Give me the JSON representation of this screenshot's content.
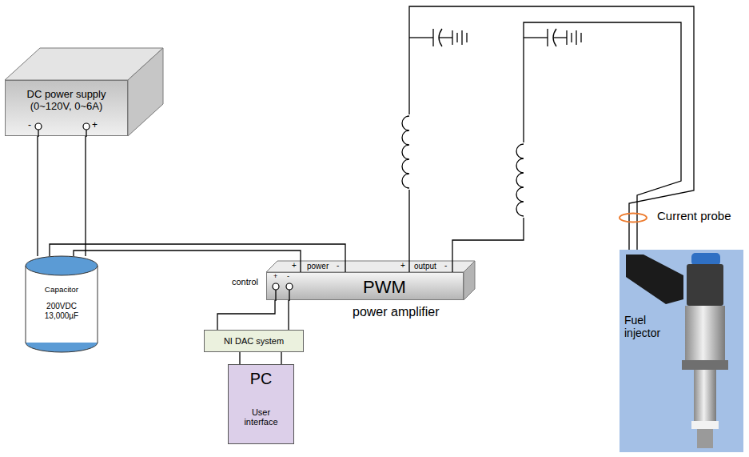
{
  "diagram": {
    "nodes": [
      {
        "text": [
          "DC power supply (0~120V, 0~6A)"
        ]
      },
      {
        "text": [
          "Capacitor",
          "200VDC 13,000µF"
        ]
      },
      {
        "text": [
          "PWM",
          "power amplifier"
        ]
      },
      {
        "text": [
          "NI DAC system"
        ]
      },
      {
        "text": [
          "PC",
          "User interface"
        ]
      },
      {
        "text": [
          "Fuel injector"
        ]
      }
    ],
    "edges": [
      {
        "from": 0,
        "to": 1,
        "arrow": "none"
      },
      {
        "from": 0,
        "to": 1,
        "arrow": "none"
      },
      {
        "from": 1,
        "to": 2,
        "arrow": "none"
      },
      {
        "from": 1,
        "to": 2,
        "arrow": "none"
      },
      {
        "from": 2,
        "to": 3,
        "arrow": "none"
      },
      {
        "from": 2,
        "to": 3,
        "arrow": "none"
      },
      {
        "from": 3,
        "to": 4,
        "arrow": "none"
      },
      {
        "from": 3,
        "to": 4,
        "arrow": "none"
      },
      {
        "from": 2,
        "to": 5,
        "arrow": "none"
      },
      {
        "from": 2,
        "to": 5,
        "arrow": "none"
      }
    ],
    "labels": [
      "-",
      "+",
      "+",
      "power",
      "-",
      "+",
      "output",
      "-",
      "control",
      "+",
      "-",
      "Current probe"
    ]
  }
}
